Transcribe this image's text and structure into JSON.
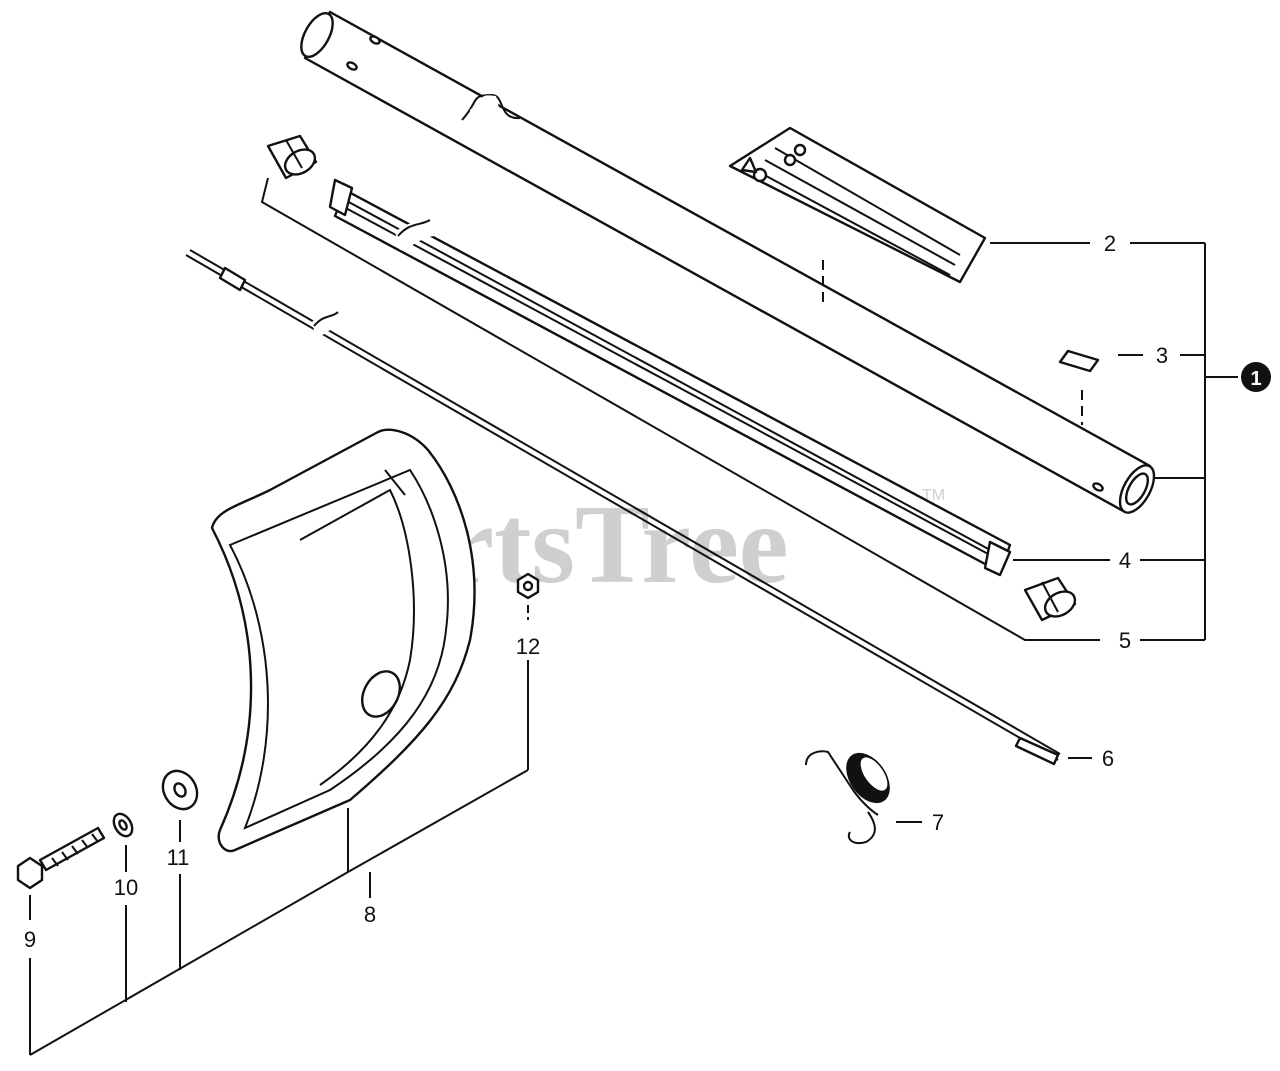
{
  "watermark": {
    "text": "PartsTree",
    "tm": "TM"
  },
  "assembly_badge": "1",
  "callouts": {
    "c2": "2",
    "c3": "3",
    "c4": "4",
    "c5": "5",
    "c6": "6",
    "c7": "7",
    "c8": "8",
    "c9": "9",
    "c10": "10",
    "c11": "11",
    "c12": "12"
  },
  "colors": {
    "line": "#111111",
    "watermark": "#cfcfcf",
    "background": "#ffffff"
  }
}
